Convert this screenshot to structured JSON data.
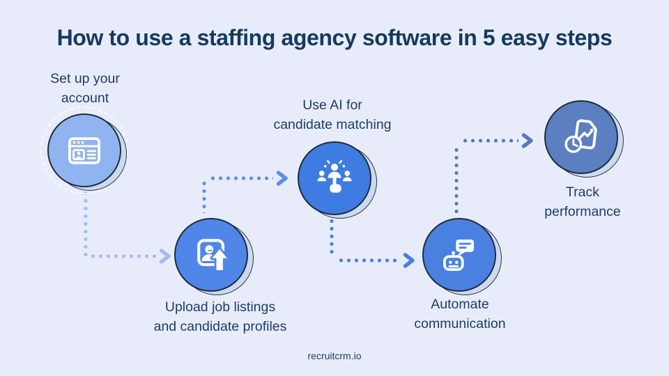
{
  "title": "How to use a staffing agency software in 5 easy steps",
  "brand": {
    "footer_text": "recruitcrm.io"
  },
  "palette": {
    "background": "#e8ecfa",
    "title_text": "#143a61",
    "label_text": "#1d3c69",
    "circle_outline": "#1f2d3d",
    "shadow_circle": "#cdd9ed",
    "icon_color": "#ffffff",
    "step_circle_fills": [
      "#90b4f0",
      "#4f86e8",
      "#3e7ce2",
      "#4a81e0",
      "#5b7fc0"
    ],
    "connector_colors": [
      "#9fbdf4",
      "#5b8cee",
      "#477ee2",
      "#5878ba"
    ]
  },
  "steps": [
    {
      "number": 1,
      "label": "Set up your\naccount",
      "icon": "browser-profile-icon"
    },
    {
      "number": 2,
      "label": "Upload job listings\nand candidate profiles",
      "icon": "candidate-upload-icon"
    },
    {
      "number": 3,
      "label": "Use AI for\ncandidate matching",
      "icon": "ai-candidate-matching-icon"
    },
    {
      "number": 4,
      "label": "Automate\ncommunication",
      "icon": "robot-chat-icon"
    },
    {
      "number": 5,
      "label": "Track\nperformance",
      "icon": "performance-tracking-icon"
    }
  ],
  "connectors": [
    {
      "from": 1,
      "to": 2,
      "path": "down-then-right",
      "arrowhead": "chevron-right"
    },
    {
      "from": 2,
      "to": 3,
      "path": "up-then-right",
      "arrowhead": "chevron-right"
    },
    {
      "from": 3,
      "to": 4,
      "path": "down-then-right",
      "arrowhead": "chevron-right"
    },
    {
      "from": 4,
      "to": 5,
      "path": "up-then-right",
      "arrowhead": "chevron-right"
    }
  ]
}
